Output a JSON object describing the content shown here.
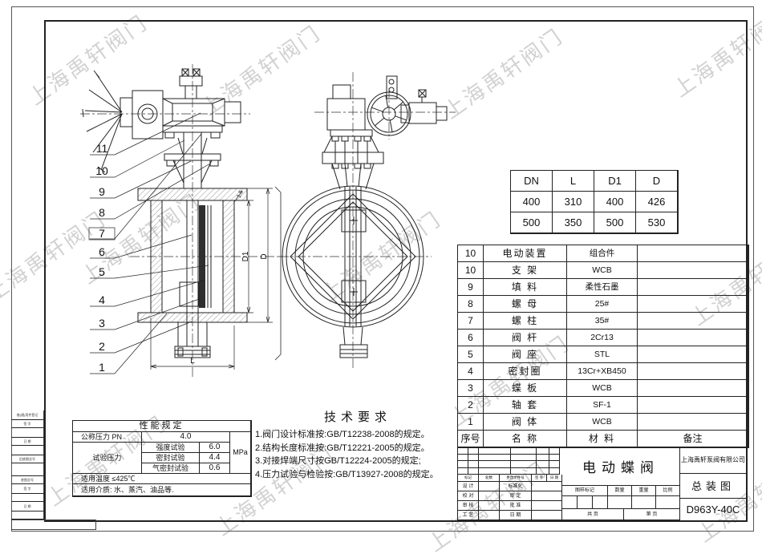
{
  "watermark": {
    "text": "上海禹轩阀门"
  },
  "dimension_table": {
    "headers": [
      "DN",
      "L",
      "D1",
      "D"
    ],
    "rows": [
      [
        "400",
        "310",
        "400",
        "426"
      ],
      [
        "500",
        "350",
        "500",
        "530"
      ]
    ]
  },
  "parts_table": {
    "footer_headers": [
      "序号",
      "名  称",
      "材  料",
      "备注"
    ],
    "rows": [
      [
        "10",
        "电动装置",
        "组合件",
        ""
      ],
      [
        "10",
        "支 架",
        "WCB",
        ""
      ],
      [
        "9",
        "填 料",
        "柔性石墨",
        ""
      ],
      [
        "8",
        "螺 母",
        "25#",
        ""
      ],
      [
        "7",
        "螺 柱",
        "35#",
        ""
      ],
      [
        "6",
        "阀 杆",
        "2Cr13",
        ""
      ],
      [
        "5",
        "阀 座",
        "STL",
        ""
      ],
      [
        "4",
        "密封圈",
        "13Cr+XB450",
        ""
      ],
      [
        "3",
        "蝶 板",
        "WCB",
        ""
      ],
      [
        "2",
        "轴 套",
        "SF-1",
        ""
      ],
      [
        "1",
        "阀 体",
        "WCB",
        ""
      ]
    ]
  },
  "performance_table": {
    "title": "性能规定",
    "pn_label": "公称压力 PN",
    "pn_value": "4.0",
    "test_label": "试验压力",
    "unit": "MPa",
    "tests": [
      [
        "强度试验",
        "6.0"
      ],
      [
        "密封试验",
        "4.4"
      ],
      [
        "气密封试验",
        "0.6"
      ]
    ],
    "temp_row": "适用温度  ≤425℃",
    "medium_row": "适用介质: 水、蒸汽、油品等."
  },
  "tech_requirements": {
    "title": "技术要求",
    "items": [
      "1.阀门设计标准按:GB/T12238-2008的规定。",
      "2.结构长度标准按:GB/T12221-2005的规定。",
      "3.对接焊端尺寸按GB/T12224-2005的规定;",
      "4.压力试验与检验按:GB/T13927-2008的规定。"
    ]
  },
  "title_block": {
    "company": "上海禹轩泵阀有限公司",
    "product": "电动蝶阀",
    "doc_type": "总装图",
    "drawing_no": "D963Y-40C",
    "rev_headers": [
      "标记",
      "处数",
      "更改文件号",
      "签 字",
      "日 期"
    ],
    "sign_rows": [
      [
        "设 计",
        "标准化"
      ],
      [
        "校 对",
        "审 定"
      ],
      [
        "审 核",
        "批 准"
      ],
      [
        "工 艺",
        "日 期"
      ]
    ],
    "mark_headers": [
      "图样标记",
      "数量",
      "重量",
      "比例"
    ],
    "sheet_labels": [
      "共  页",
      "第  页"
    ]
  },
  "border_strip": {
    "cells": [
      "借(通)用件登记",
      "签 字",
      "",
      "日 期",
      "",
      "旧底图总号",
      "",
      "底图总号",
      "签 字",
      "",
      "日 期",
      ""
    ]
  },
  "drawing": {
    "callouts": [
      "11",
      "10",
      "9",
      "8",
      "7",
      "6",
      "5",
      "4",
      "3",
      "2",
      "1"
    ],
    "dims": {
      "d1": "D1",
      "d": "D",
      "l": "L",
      "chamfer": "1.5"
    }
  }
}
